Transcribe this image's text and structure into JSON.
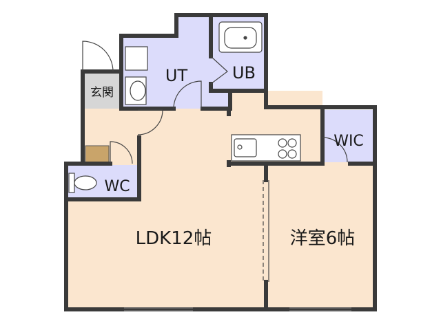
{
  "floorplan": {
    "rooms": {
      "entrance": "玄関",
      "utility": "UT",
      "bath": "UB",
      "toilet": "WC",
      "closet": "WIC",
      "ldk": "LDK12帖",
      "western": "洋室6帖"
    },
    "colors": {
      "wall": "#3a3a3a",
      "floor": "#fbe6cf",
      "wet_area": "#dcdcfb",
      "entrance_floor": "#d6d6d6",
      "shoe_box": "#c9a46a"
    }
  }
}
